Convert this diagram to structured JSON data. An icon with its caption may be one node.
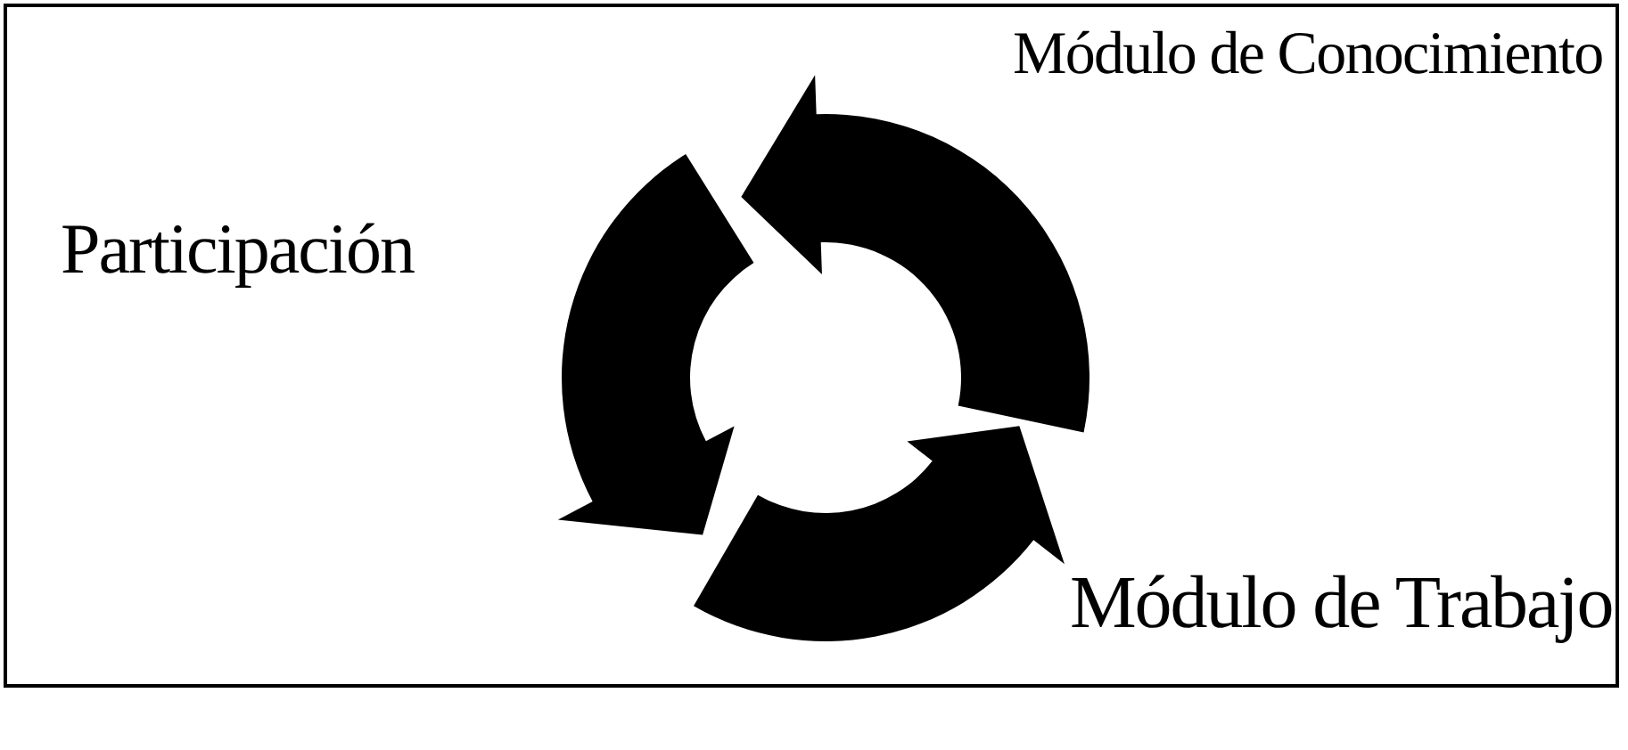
{
  "diagram": {
    "nodes": [
      {
        "text": [
          "Módulo de Conocimiento"
        ]
      },
      {
        "text": [
          "Participación"
        ]
      },
      {
        "text": [
          "Módulo de Trabajo"
        ]
      }
    ]
  }
}
